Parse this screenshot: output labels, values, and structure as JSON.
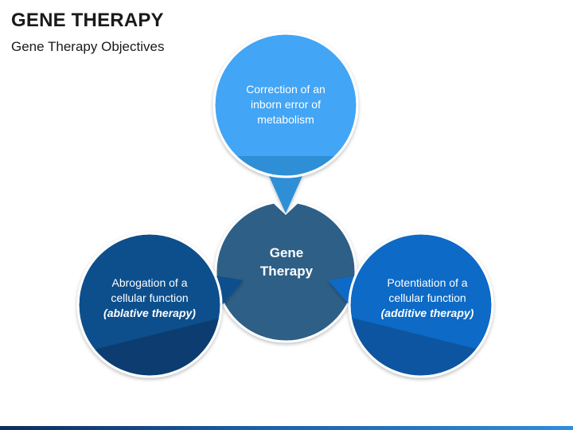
{
  "title": "GENE THERAPY",
  "subtitle": "Gene Therapy Objectives",
  "center": {
    "line1": "Gene",
    "line2": "Therapy"
  },
  "nodes": {
    "top": {
      "line1": "Correction of an",
      "line2": "inborn error of",
      "line3": "metabolism"
    },
    "left": {
      "line1": "Abrogation of a",
      "line2": "cellular function",
      "line3": "(ablative therapy)"
    },
    "right": {
      "line1": "Potentiation of a",
      "line2": "cellular function",
      "line3": "(additive therapy)"
    }
  },
  "colors": {
    "center": "#2e5f86",
    "top": "#42a5f5",
    "left": "#0b4f8c",
    "right": "#0a6bc6",
    "bottom_bar": "#1c5fa8"
  }
}
